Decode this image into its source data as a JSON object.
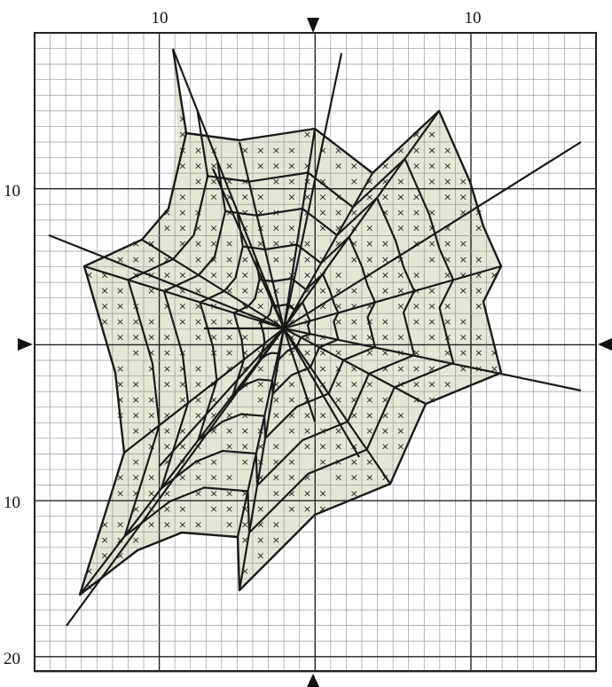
{
  "pattern": {
    "top_labels": [
      "10",
      "10"
    ],
    "left_labels": [
      "10",
      "10",
      "20"
    ],
    "stitch_symbol": "×",
    "colors": {
      "grid_minor": "#9a9a9a",
      "grid_major": "#222222",
      "fill": "#e5e6d6",
      "web_line": "#1a1a1a",
      "marker": "#111111"
    },
    "center_markers": [
      "center-marker-top",
      "center-marker-bottom",
      "center-marker-left",
      "center-marker-right"
    ]
  }
}
